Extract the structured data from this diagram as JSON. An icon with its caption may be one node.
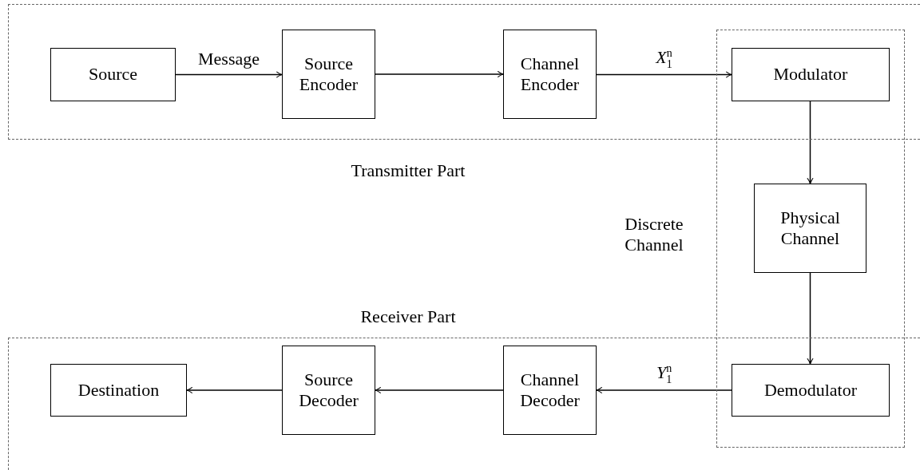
{
  "diagram": {
    "nodes": [
      {
        "text": [
          "Transmitter Part"
        ]
      },
      {
        "text": [
          "Receiver Part"
        ]
      },
      {
        "text": [
          "Discrete Channel"
        ]
      },
      {
        "text": [
          "Source"
        ],
        "in": 0
      },
      {
        "text": [
          "Source Encoder"
        ],
        "in": 0
      },
      {
        "text": [
          "Channel Encoder"
        ],
        "in": 0
      },
      {
        "text": [
          "Modulator"
        ]
      },
      {
        "text": [
          "Physical Channel"
        ],
        "in": 2
      },
      {
        "text": [
          "Demodulator"
        ]
      },
      {
        "text": [
          "Channel Decoder"
        ],
        "in": 1
      },
      {
        "text": [
          "Source Decoder"
        ],
        "in": 1
      },
      {
        "text": [
          "Destination"
        ],
        "in": 1
      }
    ],
    "edges": [
      {
        "from": 3,
        "to": 4,
        "arrow": "to",
        "label": "Message"
      },
      {
        "from": 4,
        "to": 5,
        "arrow": "to"
      },
      {
        "from": 5,
        "to": 6,
        "arrow": "to",
        "label": "*X*$_{1}$$^{n}$"
      },
      {
        "from": 6,
        "to": 7,
        "arrow": "to"
      },
      {
        "from": 7,
        "to": 8,
        "arrow": "to"
      },
      {
        "from": 8,
        "to": 9,
        "arrow": "to",
        "label": "*Y*$_{1}$$^{n}$"
      },
      {
        "from": 9,
        "to": 10,
        "arrow": "to"
      },
      {
        "from": 10,
        "to": 11,
        "arrow": "to"
      }
    ]
  }
}
